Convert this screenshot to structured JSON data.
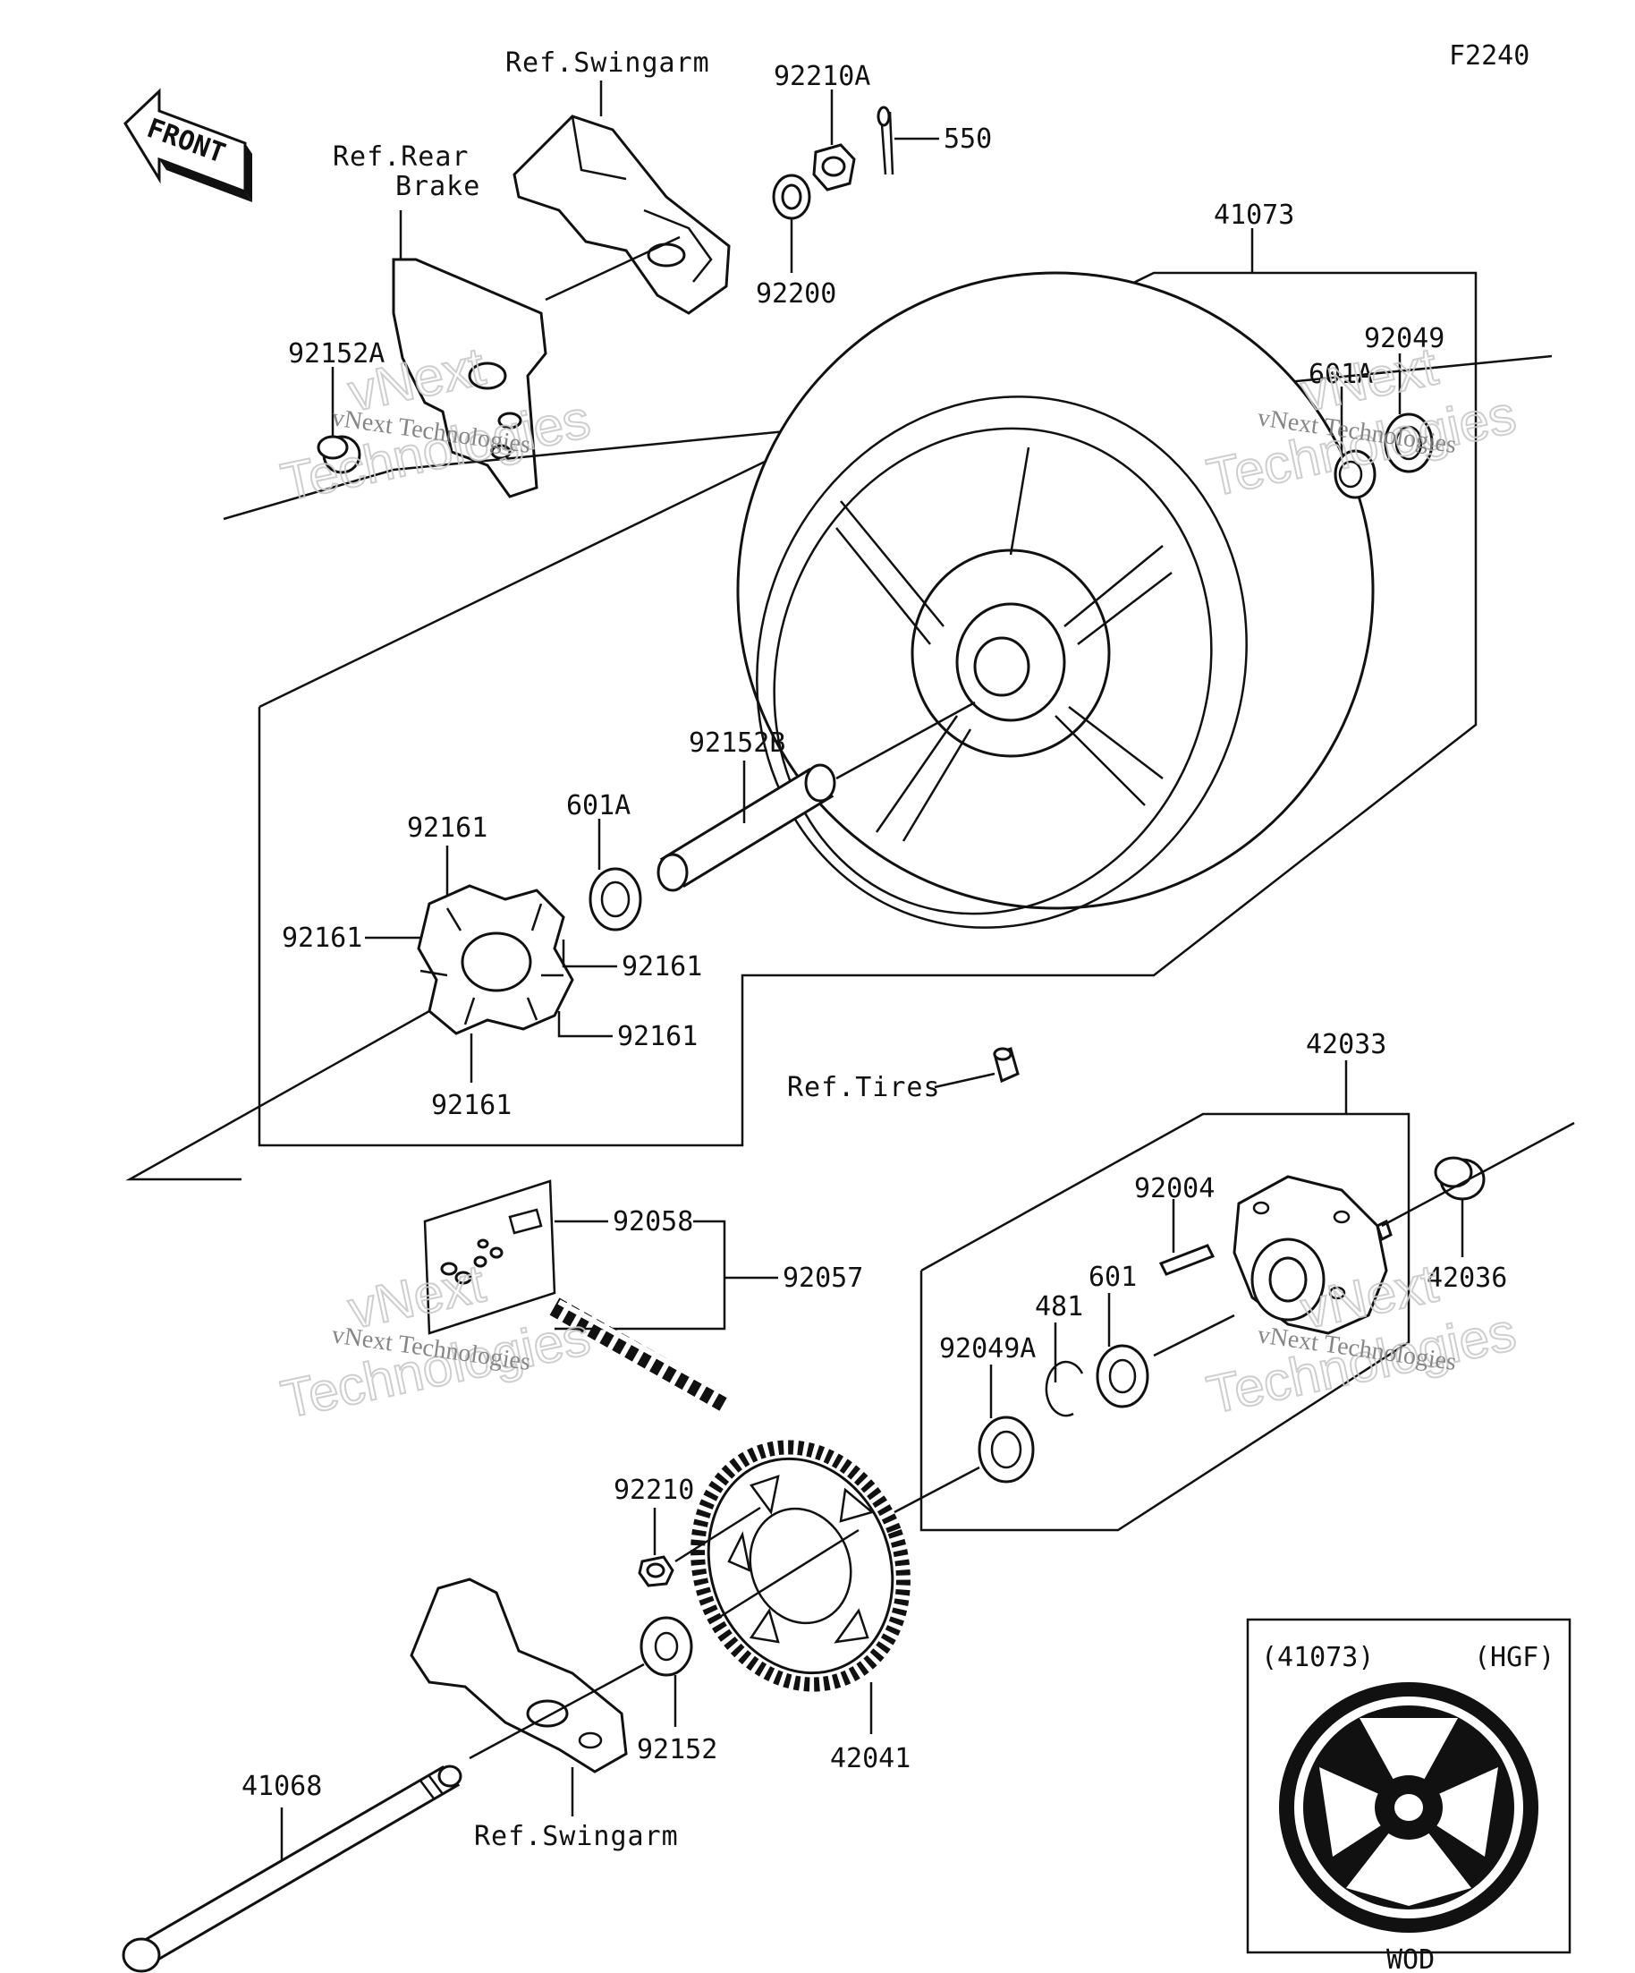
{
  "figure_code": "F2240",
  "front_label": "FRONT",
  "references": {
    "swingarm_top": "Ref.Swingarm",
    "rear_brake_1": "Ref.Rear",
    "rear_brake_2": "Brake",
    "tires": "Ref.Tires",
    "swingarm_bottom": "Ref.Swingarm"
  },
  "parts": {
    "p92210A": "92210A",
    "p550": "550",
    "p92200": "92200",
    "p41073": "41073",
    "p92152A": "92152A",
    "p601A_right": "601A",
    "p92049": "92049",
    "p92152B": "92152B",
    "p601A_left": "601A",
    "p92161_top": "92161",
    "p92161_left": "92161",
    "p92161_right1": "92161",
    "p92161_right2": "92161",
    "p92161_bottom": "92161",
    "p42033": "42033",
    "p92004": "92004",
    "p42036": "42036",
    "p92058": "92058",
    "p92057": "92057",
    "p601": "601",
    "p481": "481",
    "p92049A": "92049A",
    "p92210": "92210",
    "p92152": "92152",
    "p42041": "42041",
    "p41068": "41068"
  },
  "inset": {
    "part": "(41073)",
    "variant": "(HGF)",
    "color_code": "WOD"
  },
  "watermark": {
    "brand": "vNext",
    "word": "Technologies",
    "small": "vNext Technologies"
  }
}
